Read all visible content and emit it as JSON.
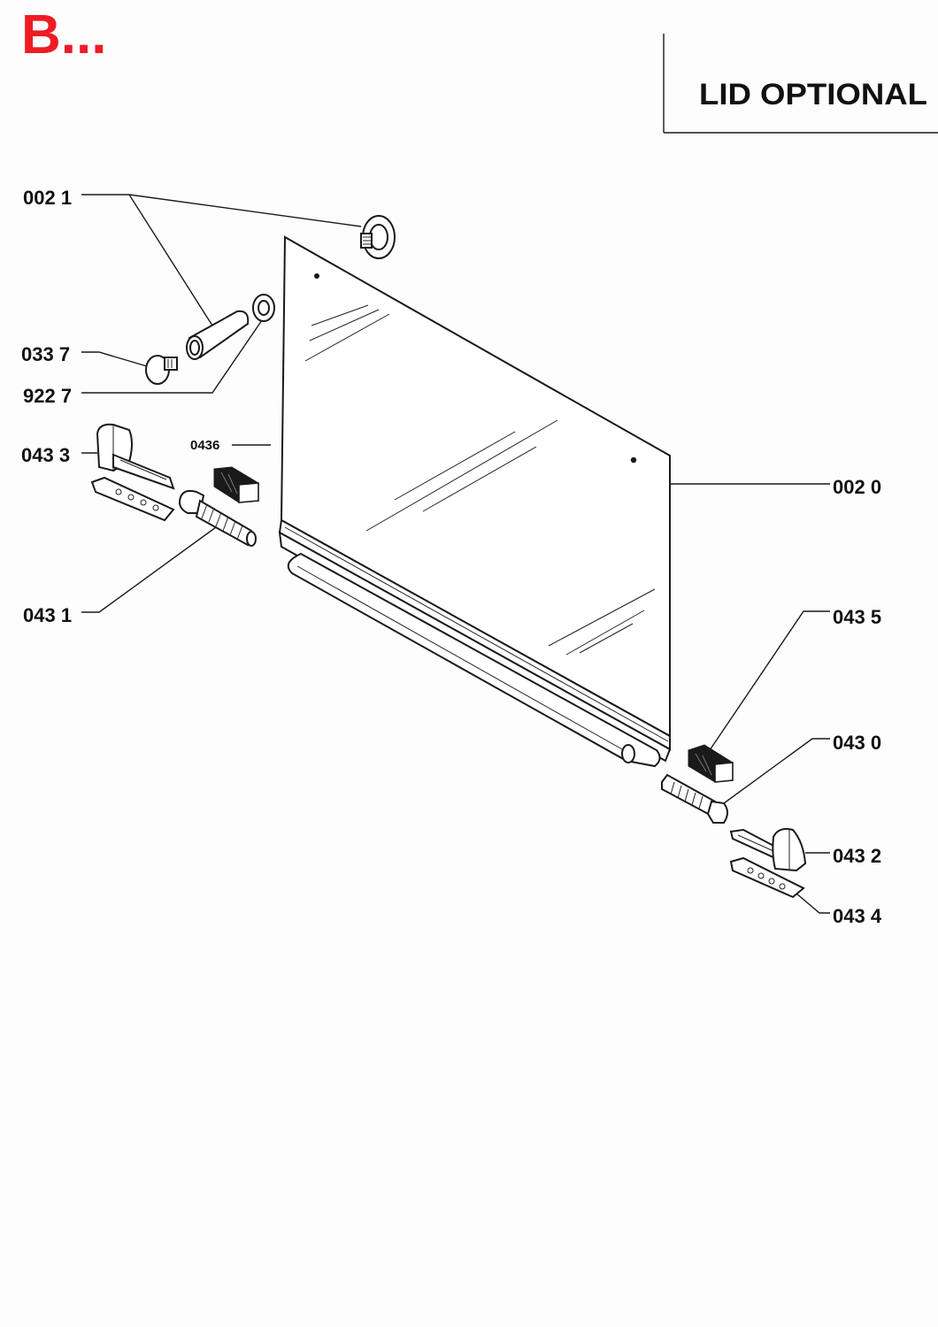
{
  "page": {
    "corner_mark": "B...",
    "section_title": "LID OPTIONAL",
    "colors": {
      "corner_mark": "#ee1c25",
      "ink": "#1a1a1a",
      "background": "#fdfdfd"
    }
  },
  "parts": {
    "p0021": "002 1",
    "p0337": "033 7",
    "p9227": "922 7",
    "p0433": "043 3",
    "p0436": "0436",
    "p0431": "043 1",
    "p0020": "002 0",
    "p0435": "043 5",
    "p0430": "043 0",
    "p0432": "043 2",
    "p0434": "043 4"
  }
}
